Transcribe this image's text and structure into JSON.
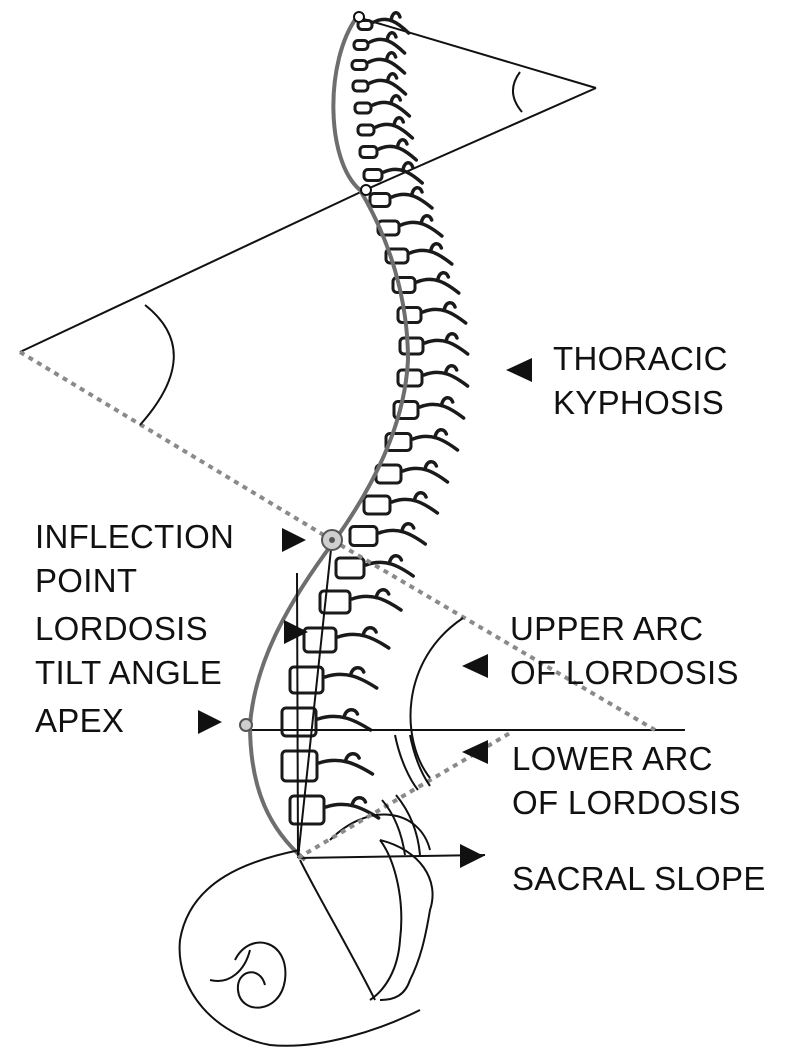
{
  "labels": {
    "thoracic_kyphosis": [
      "THORACIC",
      "KYPHOSIS"
    ],
    "inflection_point": [
      "INFLECTION",
      "POINT"
    ],
    "lordosis_tilt_angle": [
      "LORDOSIS",
      "TILT ANGLE"
    ],
    "apex": "APEX",
    "upper_arc": [
      "UPPER ARC",
      "OF LORDOSIS"
    ],
    "lower_arc": [
      "LOWER ARC",
      "OF LORDOSIS"
    ],
    "sacral_slope": "SACRAL SLOPE"
  },
  "colors": {
    "ink": "#111111",
    "dotted_line": "#8a8a8a",
    "marker_fill": "#cfcfcf"
  },
  "icons": [
    "triangle-pointer-icon"
  ]
}
